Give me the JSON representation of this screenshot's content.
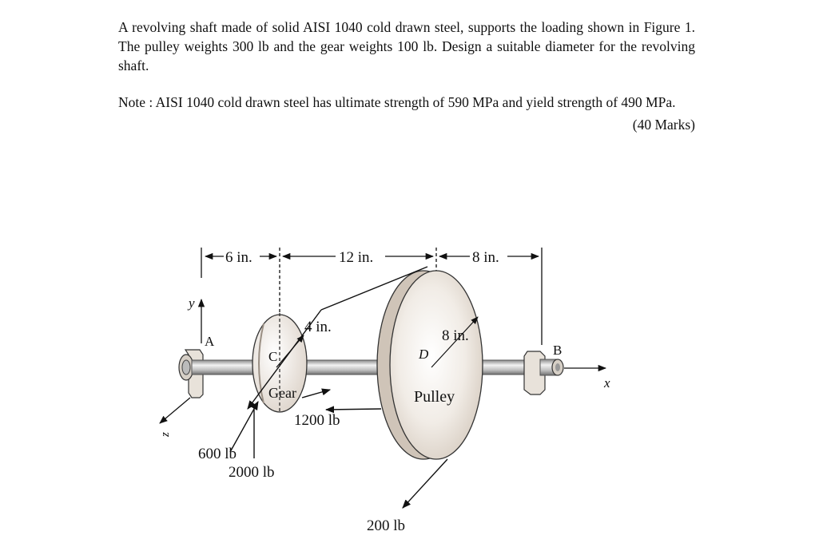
{
  "problem": {
    "statement": "A revolving shaft made of solid AISI 1040 cold drawn steel, supports the loading shown in Figure 1. The pulley weights 300 lb and the gear weights 100 lb. Design a suitable diameter for the revolving shaft.",
    "note": "Note : AISI 1040 cold drawn steel has ultimate strength of 590 MPa and yield strength of 490 MPa.",
    "marks": "(40 Marks)"
  },
  "figure": {
    "dimensions": {
      "span_ac": "6 in.",
      "span_cd": "12 in.",
      "span_db": "8 in."
    },
    "axes": {
      "x": "x",
      "y": "y",
      "z": "z"
    },
    "points": {
      "a": "A",
      "b": "B",
      "c": "C",
      "d": "D"
    },
    "gear": {
      "label": "Gear",
      "radius": "4 in."
    },
    "pulley": {
      "label": "Pulley",
      "radius": "8 in."
    },
    "loads": {
      "gear_tangential": "2000 lb",
      "gear_radial": "600 lb",
      "belt_upper": "1200 lb",
      "belt_lower": "200 lb"
    }
  }
}
